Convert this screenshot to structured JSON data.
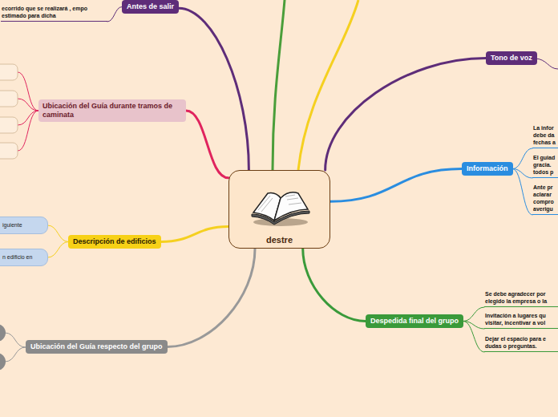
{
  "diagram": {
    "nodes": [
      {
        "text": [
          "destre"
        ]
      },
      {
        "text": [
          "Antes de salir"
        ]
      },
      {
        "text": [
          "ecorrido que se realizará , empo estimado para dicha"
        ]
      },
      {
        "text": [
          "Ubicación del Guía durante tramos de caminata"
        ]
      },
      {
        "text": [
          "Descripción de edificios"
        ]
      },
      {
        "text": [
          "iguiente"
        ]
      },
      {
        "text": [
          "n edificio en"
        ]
      },
      {
        "text": [
          "Ubicación del Guía respecto del grupo"
        ]
      },
      {
        "text": [
          "Tono de voz"
        ]
      },
      {
        "text": [
          "Información"
        ]
      },
      {
        "text": [
          "La infor debe da fechas a"
        ]
      },
      {
        "text": [
          "El guiad gracia. todos p"
        ]
      },
      {
        "text": [
          "Ante pr aclarar compro averigu"
        ]
      },
      {
        "text": [
          "Despedida final del grupo"
        ]
      },
      {
        "text": [
          "Se debe agradecer por elegido la empresa o la"
        ]
      },
      {
        "text": [
          "Invitación a lugares qu visitar, incentivar a vol"
        ]
      },
      {
        "text": [
          "Dejar el espacio para e dudas o preguntas."
        ]
      }
    ],
    "edges": [
      {
        "from": 0,
        "to": 1,
        "arrow": "none"
      },
      {
        "from": 1,
        "to": 2,
        "arrow": "none"
      },
      {
        "from": 0,
        "to": 3,
        "arrow": "none"
      },
      {
        "from": 0,
        "to": 4,
        "arrow": "none"
      },
      {
        "from": 4,
        "to": 5,
        "arrow": "none"
      },
      {
        "from": 4,
        "to": 6,
        "arrow": "none"
      },
      {
        "from": 0,
        "to": 7,
        "arrow": "none"
      },
      {
        "from": 0,
        "to": 8,
        "arrow": "none"
      },
      {
        "from": 0,
        "to": 9,
        "arrow": "none"
      },
      {
        "from": 9,
        "to": 10,
        "arrow": "none"
      },
      {
        "from": 9,
        "to": 11,
        "arrow": "none"
      },
      {
        "from": 9,
        "to": 12,
        "arrow": "none"
      },
      {
        "from": 0,
        "to": 13,
        "arrow": "none"
      },
      {
        "from": 13,
        "to": 14,
        "arrow": "none"
      },
      {
        "from": 13,
        "to": 15,
        "arrow": "none"
      },
      {
        "from": 13,
        "to": 16,
        "arrow": "none"
      }
    ]
  }
}
